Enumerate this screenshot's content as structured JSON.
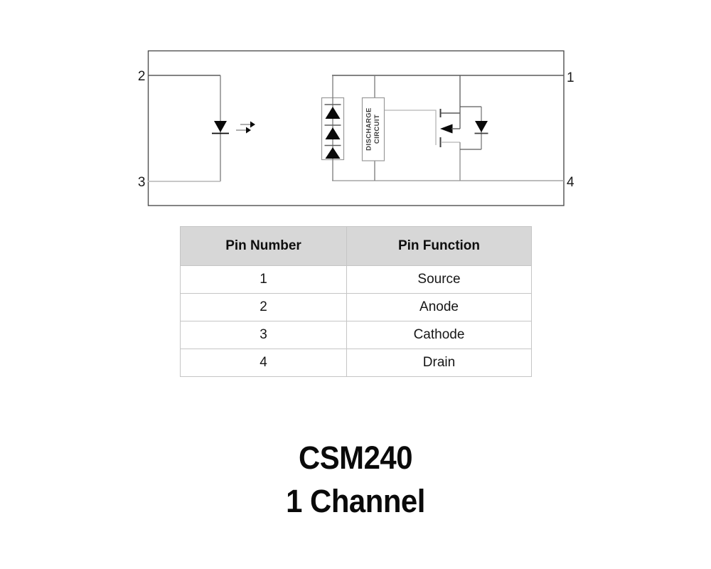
{
  "diagram": {
    "pin_labels": {
      "top_left": "2",
      "bottom_left": "3",
      "top_right": "1",
      "bottom_right": "4"
    },
    "discharge_box": {
      "line1": "DISCHARGE",
      "line2": "CIRCUIT"
    }
  },
  "pin_table": {
    "headers": {
      "number": "Pin Number",
      "function": "Pin Function"
    },
    "rows": [
      {
        "number": "1",
        "function": "Source"
      },
      {
        "number": "2",
        "function": "Anode"
      },
      {
        "number": "3",
        "function": "Cathode"
      },
      {
        "number": "4",
        "function": "Drain"
      }
    ]
  },
  "title": {
    "line1": "CSM240",
    "line2": "1 Channel"
  },
  "colors": {
    "line_dark": "#4f4f4f",
    "line_mid": "#7a7a7a",
    "line_light": "#b5b5b5",
    "symbol_fill": "#0a0a0a",
    "table_header_bg": "#d7d7d7",
    "table_border": "#c5c5c5"
  }
}
